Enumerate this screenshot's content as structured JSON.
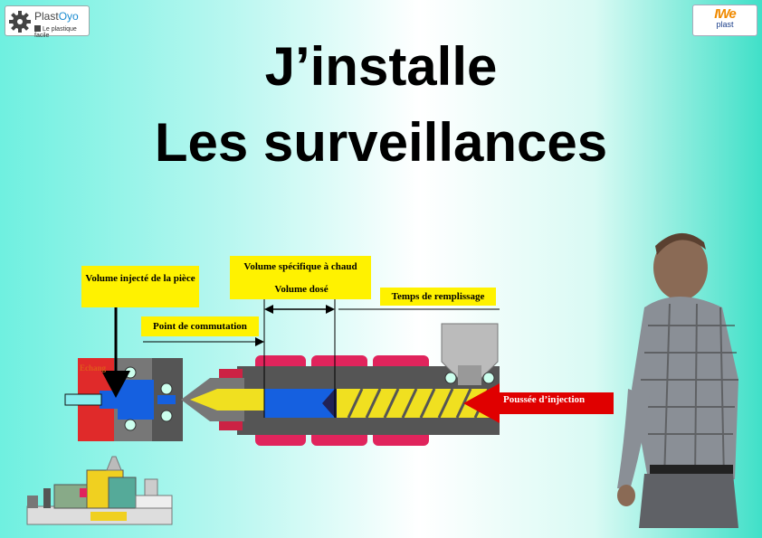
{
  "logos": {
    "left_name_a": "Plast",
    "left_name_b": "Oyo",
    "left_tagline": "Le plastique facile",
    "right_mark": "IWe",
    "right_sub": "plast"
  },
  "title": {
    "line1": "J’installe",
    "line2": "Les surveillances"
  },
  "diagram_labels": {
    "volume_injecte": "Volume injecté de la pièce",
    "volume_specifique": "Volume spécifique à chaud",
    "volume_dose": "Volume dosé",
    "temps_remplissage": "Temps de remplissage",
    "point_commutation": "Point de commutation",
    "poussee_injection": "Poussée d’injection",
    "echangeur": "Echang"
  },
  "colors": {
    "label_bg": "#fff200",
    "barrel_red": "#e0245c",
    "barrel_grey": "#555555",
    "screw_yellow": "#f0e020",
    "melt_blue": "#1560e0",
    "arrow_red": "#e00000"
  }
}
